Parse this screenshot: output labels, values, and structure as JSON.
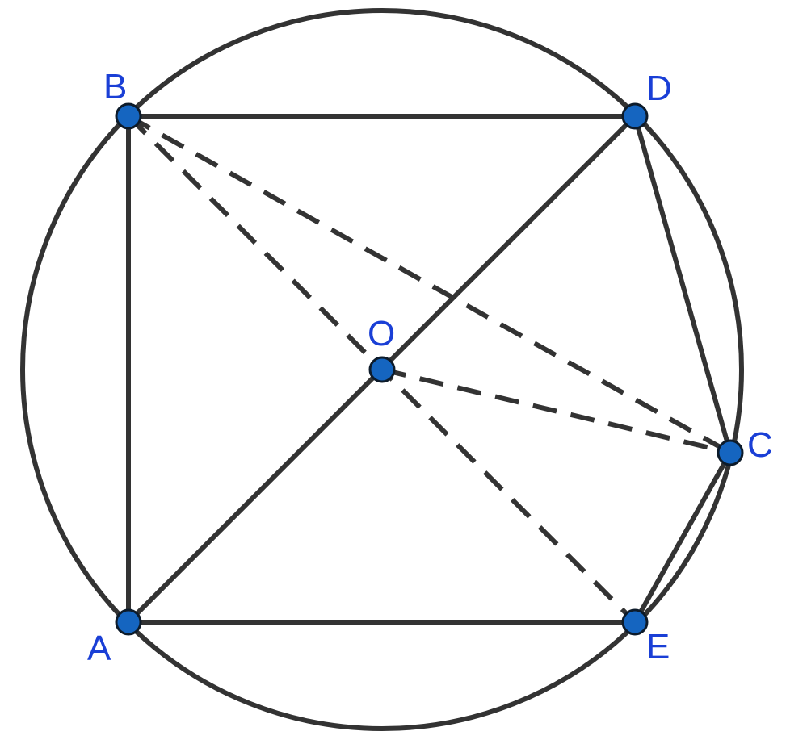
{
  "colors": {
    "stroke": "#333333",
    "point_fill": "#1565C0",
    "point_outline": "#0d1b2a",
    "label": "#1a3fd6",
    "background": "#ffffff"
  },
  "points": {
    "A": {
      "label": "A"
    },
    "B": {
      "label": "B"
    },
    "C": {
      "label": "C"
    },
    "D": {
      "label": "D"
    },
    "E": {
      "label": "E"
    },
    "O": {
      "label": "O"
    }
  },
  "segments": [
    {
      "from": "A",
      "to": "B",
      "style": "solid"
    },
    {
      "from": "B",
      "to": "D",
      "style": "solid"
    },
    {
      "from": "A",
      "to": "E",
      "style": "solid"
    },
    {
      "from": "A",
      "to": "D",
      "style": "solid"
    },
    {
      "from": "D",
      "to": "C",
      "style": "solid"
    },
    {
      "from": "C",
      "to": "E",
      "style": "solid"
    },
    {
      "from": "B",
      "to": "C",
      "style": "dashed"
    },
    {
      "from": "B",
      "to": "E",
      "style": "dashed"
    },
    {
      "from": "O",
      "to": "C",
      "style": "dashed"
    }
  ],
  "circle": {
    "center": "O"
  }
}
